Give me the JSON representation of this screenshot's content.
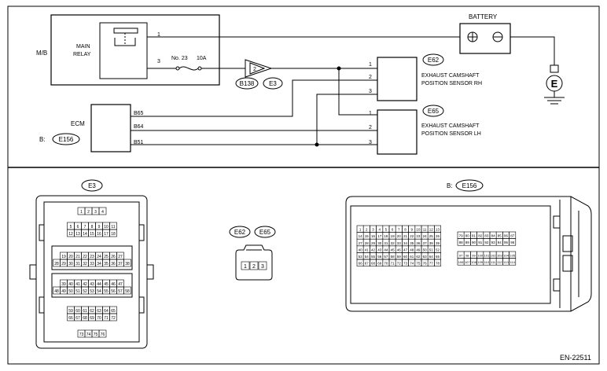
{
  "figure_id": "EN-22511",
  "mb": {
    "label": "M/B",
    "relay_label_1": "MAIN",
    "relay_label_2": "RELAY",
    "pin_1": "1",
    "pin_3": "3",
    "fuse_label": "No. 23",
    "fuse_rating": "10A"
  },
  "battery": {
    "label": "BATTERY"
  },
  "ground": {
    "label": "E"
  },
  "joint": {
    "pin": "2",
    "connector_b": "B138",
    "connector_e": "E3"
  },
  "sensor_rh": {
    "connector": "E62",
    "label_1": "EXHAUST CAMSHAFT",
    "label_2": "POSITION SENSOR RH",
    "pins": [
      "1",
      "2",
      "3"
    ]
  },
  "sensor_lh": {
    "connector": "E65",
    "label_1": "EXHAUST CAMSHAFT",
    "label_2": "POSITION SENSOR LH",
    "pins": [
      "1",
      "2",
      "3"
    ]
  },
  "ecm": {
    "label": "ECM",
    "connector_prefix": "B:",
    "connector": "E156",
    "pins": [
      "B65",
      "B64",
      "B51"
    ]
  },
  "connector_e3": {
    "label": "E3",
    "rows": [
      [
        "1",
        "2",
        "3",
        "4"
      ],
      [
        "5",
        "6",
        "7",
        "8",
        "9",
        "10",
        "11"
      ],
      [
        "12",
        "13",
        "14",
        "15",
        "16",
        "17",
        "18"
      ],
      [
        "19",
        "20",
        "21",
        "22",
        "23",
        "24",
        "25",
        "26",
        "27"
      ],
      [
        "28",
        "29",
        "30",
        "31",
        "32",
        "33",
        "34",
        "35",
        "36",
        "37",
        "38"
      ],
      [
        "39",
        "40",
        "41",
        "42",
        "43",
        "44",
        "45",
        "46",
        "47"
      ],
      [
        "48",
        "49",
        "50",
        "51",
        "52",
        "53",
        "54",
        "55",
        "56",
        "57",
        "58"
      ],
      [
        "59",
        "60",
        "61",
        "62",
        "63",
        "64",
        "65"
      ],
      [
        "66",
        "67",
        "68",
        "69",
        "70",
        "71",
        "72"
      ],
      [
        "73",
        "74",
        "75",
        "76"
      ]
    ]
  },
  "connector_e62_e65": {
    "label_a": "E62",
    "label_b": "E65",
    "pins": [
      "1",
      "2",
      "3"
    ]
  },
  "connector_e156": {
    "prefix": "B:",
    "label": "E156",
    "left_rows": [
      [
        "1",
        "2",
        "3",
        "4",
        "5",
        "6",
        "7",
        "8",
        "9",
        "10",
        "11",
        "12",
        "13"
      ],
      [
        "14",
        "15",
        "16",
        "17",
        "18",
        "19",
        "20",
        "21",
        "22",
        "23",
        "24",
        "25",
        "26"
      ],
      [
        "27",
        "28",
        "29",
        "30",
        "31",
        "32",
        "33",
        "34",
        "35",
        "36",
        "37",
        "38",
        "39"
      ],
      [
        "40",
        "41",
        "42",
        "43",
        "44",
        "45",
        "46",
        "47",
        "48",
        "49",
        "50",
        "51",
        "52"
      ],
      [
        "53",
        "54",
        "55",
        "56",
        "57",
        "58",
        "59",
        "60",
        "61",
        "62",
        "63",
        "64",
        "65"
      ],
      [
        "66",
        "67",
        "68",
        "69",
        "70",
        "71",
        "72",
        "73",
        "74",
        "75",
        "76",
        "77",
        "78"
      ]
    ],
    "right_rows_top": [
      [
        "79",
        "80",
        "81",
        "82",
        "83",
        "84",
        "85",
        "86",
        "87"
      ],
      [
        "88",
        "89",
        "90",
        "91",
        "92",
        "93",
        "94",
        "95",
        "96"
      ]
    ],
    "right_rows_bottom": [
      [
        "97",
        "98",
        "99",
        "100",
        "101",
        "102",
        "103",
        "104",
        "105"
      ],
      [
        "106",
        "107",
        "108",
        "109",
        "110",
        "111",
        "112",
        "113",
        "114"
      ]
    ]
  }
}
